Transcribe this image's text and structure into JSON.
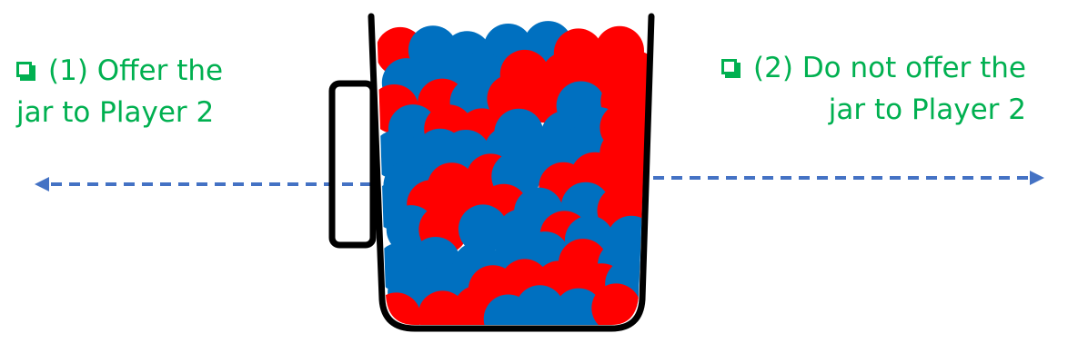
{
  "options": {
    "left": {
      "checkbox_icon": "checkbox-icon",
      "line1": "(1) Offer the",
      "line2": "jar to Player 2"
    },
    "right": {
      "checkbox_icon": "checkbox-icon",
      "line1": "(2) Do not offer the",
      "line2": "jar to Player 2"
    }
  },
  "colors": {
    "option_text": "#00b050",
    "arrow": "#4472c4",
    "ball_red": "#ff0000",
    "ball_blue": "#0070c0",
    "jar_outline": "#000000"
  },
  "jar": {
    "contents": "mixed red and blue balls"
  }
}
